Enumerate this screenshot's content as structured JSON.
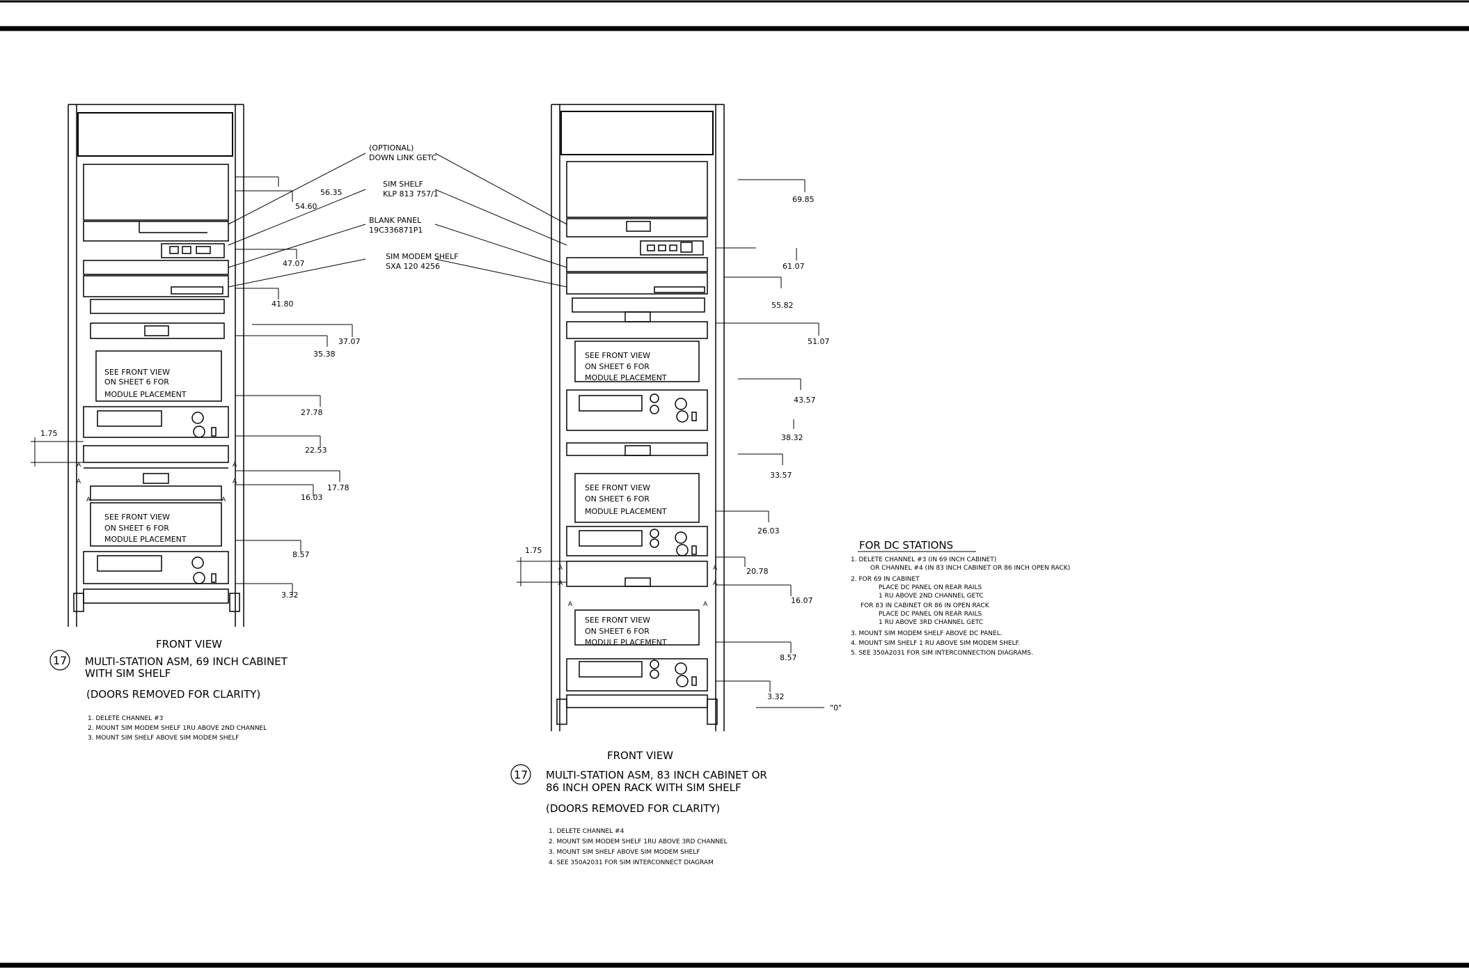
{
  "callouts": {
    "optional_title": "(OPTIONAL)",
    "optional_sub": "DOWN LINK GETC",
    "sim_shelf_title": "SIM SHELF",
    "sim_shelf_sub": "KLP 813 757/1",
    "blank_panel_title": "BLANK PANEL",
    "blank_panel_sub": "19C336871P1",
    "sim_modem_title": "SIM MODEM SHELF",
    "sim_modem_sub": "SXA 120 4256"
  },
  "module_placement": [
    "SEE FRONT VIEW",
    "ON SHEET 6 FOR",
    "MODULE PLACEMENT"
  ],
  "dims_left": {
    "d5635": "56.35",
    "d5460": "54.60",
    "d4707": "47.07",
    "d4180": "41.80",
    "d3707": "37.07",
    "d3538": "35.38",
    "d2778": "27.78",
    "d2253": "22.53",
    "d1778": "17.78",
    "d1603": "16.03",
    "d857": "8.57",
    "d332": "3.32",
    "d175": "1.75"
  },
  "dims_right": {
    "d6985": "69.85",
    "d6107": "61.07",
    "d5582": "55.82",
    "d5107": "51.07",
    "d4357": "43.57",
    "d3832": "38.32",
    "d3357": "33.57",
    "d2603": "26.03",
    "d2078": "20.78",
    "d1607": "16.07",
    "d857": "8.57",
    "d332": "3.32",
    "d175": "1.75",
    "zero": "\"0\""
  },
  "marker": "A",
  "left_caption": {
    "number": "17",
    "view": "FRONT VIEW",
    "line1": "MULTI-STATION ASM, 69 INCH CABINET",
    "line2": "WITH SIM SHELF",
    "doors": "(DOORS REMOVED FOR CLARITY)",
    "notes": [
      "1. DELETE CHANNEL #3",
      "2. MOUNT SIM MODEM SHELF 1RU ABOVE 2ND CHANNEL",
      "3. MOUNT SIM SHELF ABOVE SIM MODEM SHELF"
    ]
  },
  "right_caption": {
    "number": "17",
    "view": "FRONT VIEW",
    "line1": "MULTI-STATION ASM, 83 INCH CABINET OR",
    "line2": "86 INCH OPEN RACK WITH SIM SHELF",
    "doors": "(DOORS REMOVED FOR CLARITY)",
    "notes": [
      "1. DELETE CHANNEL #4",
      "2. MOUNT SIM MODEM SHELF 1RU ABOVE 3RD CHANNEL",
      "3. MOUNT SIM SHELF ABOVE SIM MODEM SHELF",
      "4. SEE 350A2031 FOR SIM INTERCONNECT DIAGRAM"
    ]
  },
  "dc_notes": {
    "title": "FOR DC STATIONS",
    "lines": [
      "1. DELETE CHANNEL #3 (IN 69 INCH CABINET)",
      "OR CHANNEL #4 (IN 83 INCH CABINET OR 86 INCH OPEN RACK)",
      "2. FOR 69 IN CABINET",
      "PLACE DC PANEL ON REAR RAILS",
      "1 RU ABOVE 2ND CHANNEL GETC",
      "FOR 83 IN CABINET OR 86 IN OPEN RACK",
      "PLACE DC PANEL ON REAR RAILS",
      "1 RU ABOVE 3RD CHANNEL GETC",
      "3. MOUNT SIM MODEM SHELF ABOVE DC PANEL.",
      "4. MOUNT SIM SHELF 1 RU ABOVE SIM MODEM SHELF.",
      "5. SEE 350A2031 FOR SIM INTERCONNECTION DIAGRAMS."
    ]
  }
}
